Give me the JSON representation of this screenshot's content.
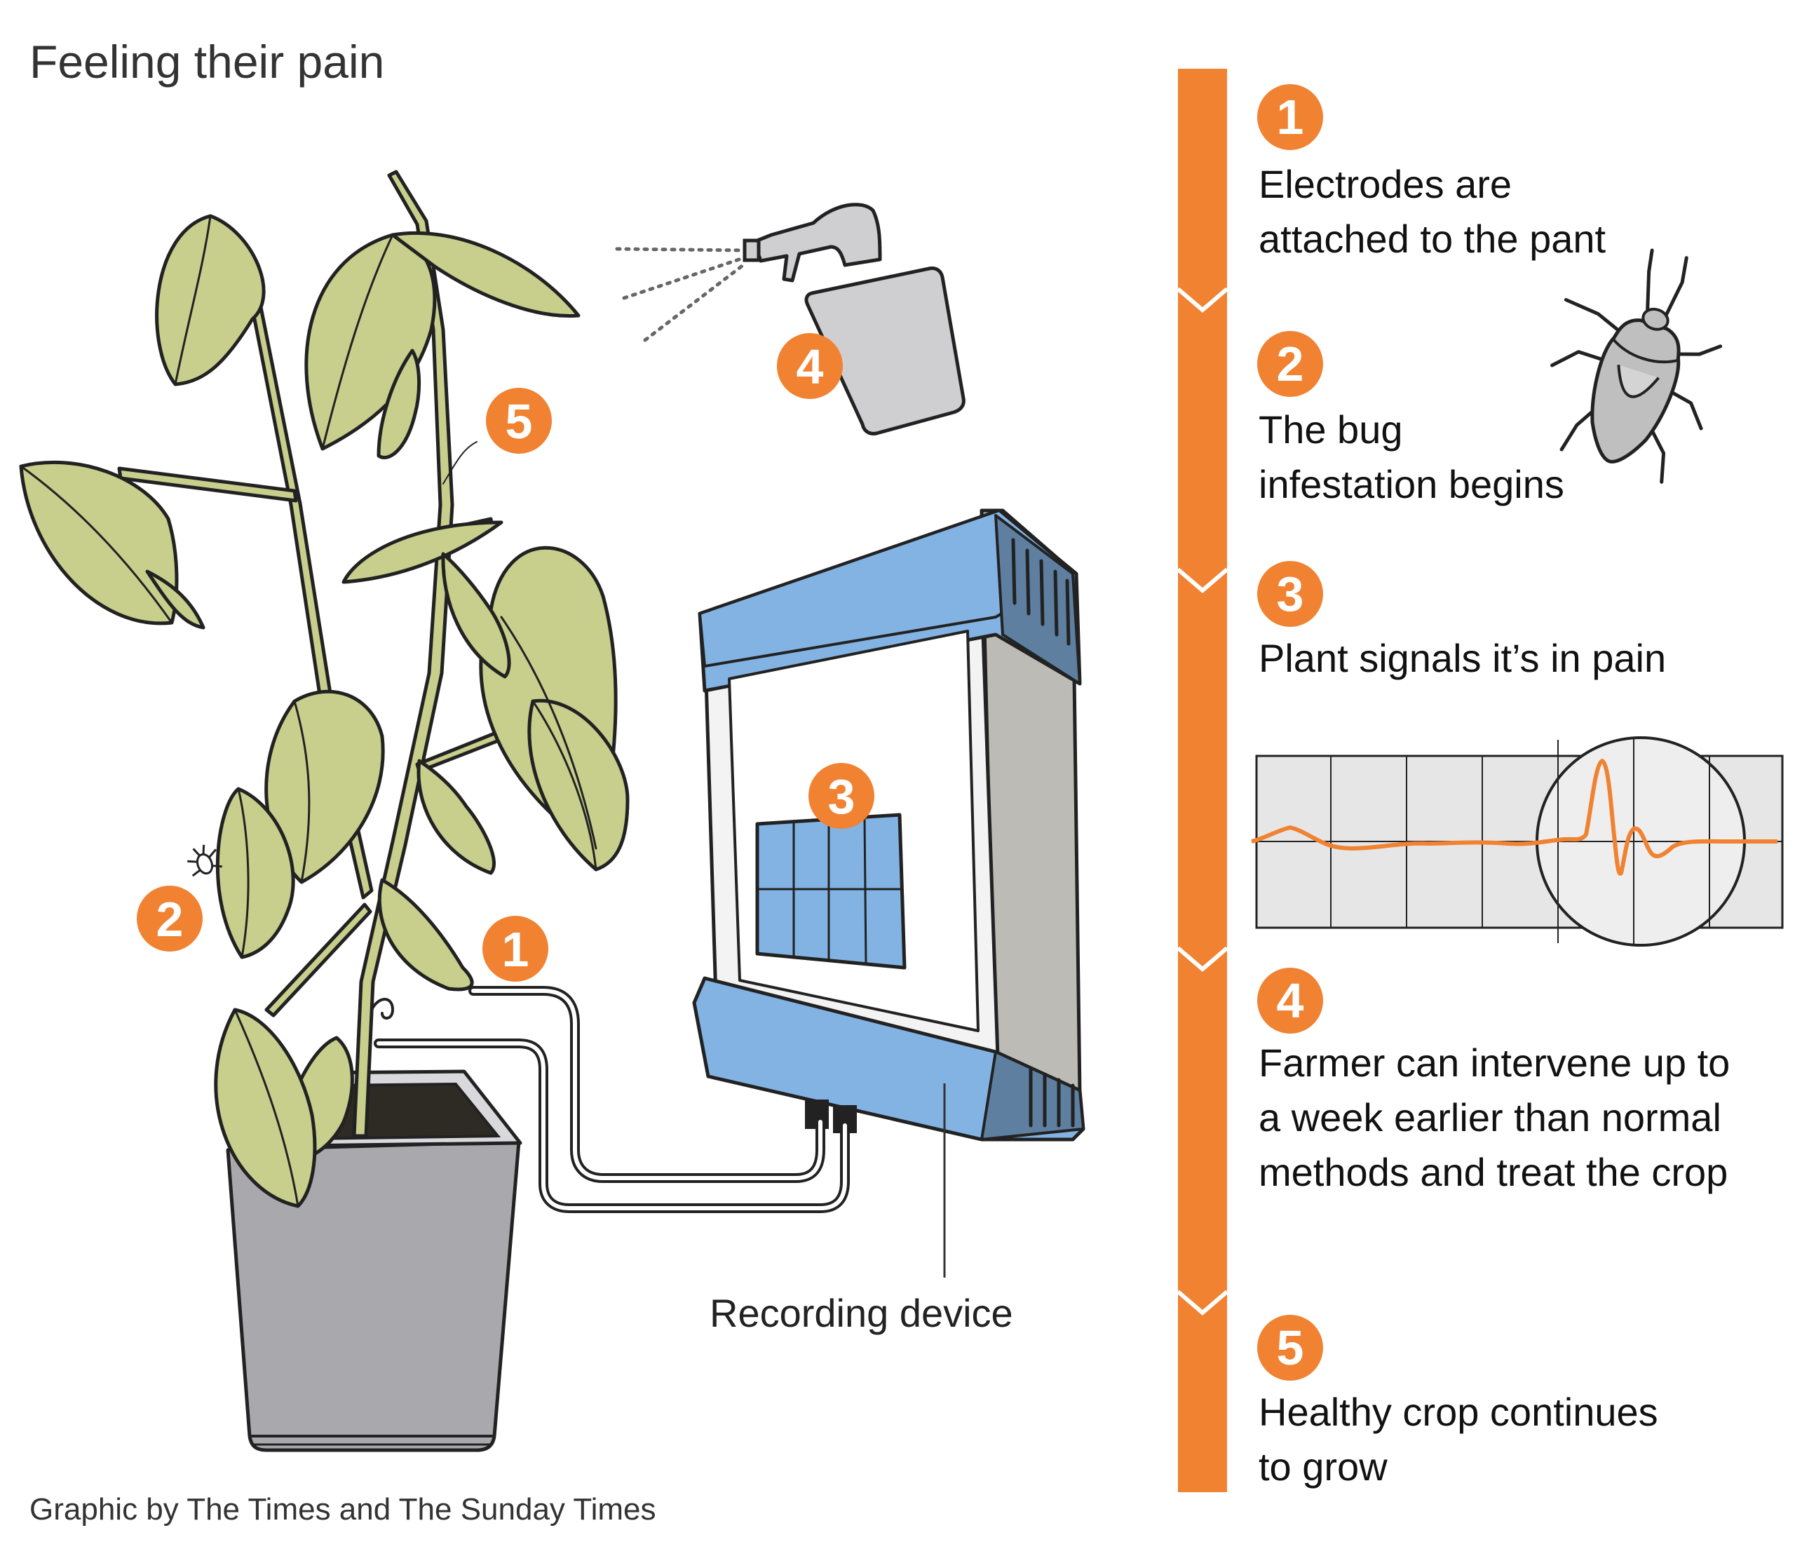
{
  "title": "Feeling their pain",
  "credit": "Graphic by The Times and The Sunday Times",
  "device_label": "Recording device",
  "colors": {
    "accent": "#f08232",
    "device_blue": "#82b3e3",
    "device_dark": "#5e7fa0",
    "leaf_green": "#c8cf8c",
    "pot_grey": "#a9a8ad",
    "bottle_grey": "#cfcfd1"
  },
  "diagram_markers": [
    {
      "number": "1",
      "meaning": "electrodes"
    },
    {
      "number": "2",
      "meaning": "bug"
    },
    {
      "number": "3",
      "meaning": "screen"
    },
    {
      "number": "4",
      "meaning": "spray"
    },
    {
      "number": "5",
      "meaning": "healthy stem"
    }
  ],
  "steps": [
    {
      "number": "1",
      "lines": [
        "Electrodes are",
        "attached to the pant"
      ]
    },
    {
      "number": "2",
      "lines": [
        "The bug",
        "infestation begins"
      ]
    },
    {
      "number": "3",
      "lines": [
        "Plant signals it’s in pain"
      ]
    },
    {
      "number": "4",
      "lines": [
        "Farmer can intervene up to",
        "a week earlier than normal",
        "methods and treat the crop"
      ]
    },
    {
      "number": "5",
      "lines": [
        "Healthy crop continues",
        "to grow"
      ]
    }
  ]
}
